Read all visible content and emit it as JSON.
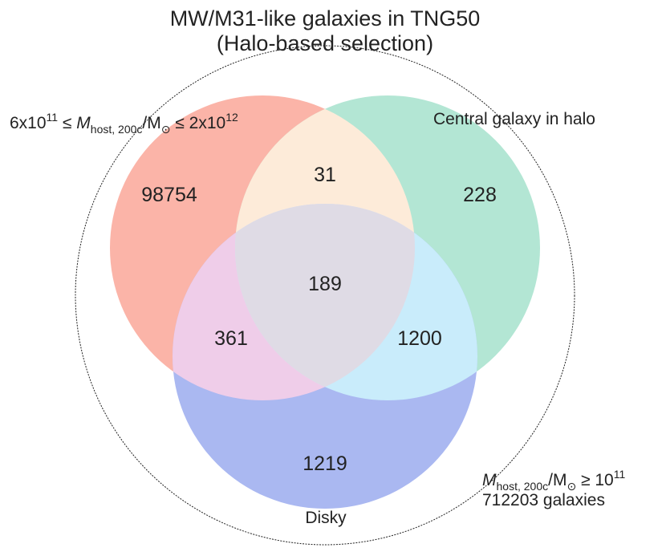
{
  "title": {
    "line1": "MW/M31-like galaxies in TNG50",
    "line2": "(Halo-based selection)"
  },
  "sets": {
    "mass_range": {
      "prefix": "6x10",
      "prefix_exp": "11",
      "le1": " ≤ ",
      "symbol": "M",
      "subscript": "host, 200c",
      "unit": "/M",
      "sun_sub": "⊙",
      "le2": " ≤ 2x10",
      "exp": "12",
      "color": "#fbb4a8"
    },
    "central": {
      "label": "Central galaxy in halo",
      "color": "#b3e6d4"
    },
    "disky": {
      "label": "Disky",
      "color": "#aab8f1"
    }
  },
  "universe": {
    "symbol": "M",
    "subscript": "host, 200c",
    "unit": "/M",
    "sun_sub": "⊙",
    "ge": " ≥  10",
    "exp": "11",
    "count_label": "712203 galaxies"
  },
  "regions": {
    "mass_only": "98754",
    "central_only": "228",
    "disky_only": "1219",
    "mass_central": "31",
    "mass_disky": "361",
    "central_disky": "1200",
    "all_three": "189"
  },
  "region_colors": {
    "mass_central": "#fdebd9",
    "mass_disky": "#efcde9",
    "central_disky": "#c9ecfb",
    "all_three": "#dfdbe5"
  }
}
